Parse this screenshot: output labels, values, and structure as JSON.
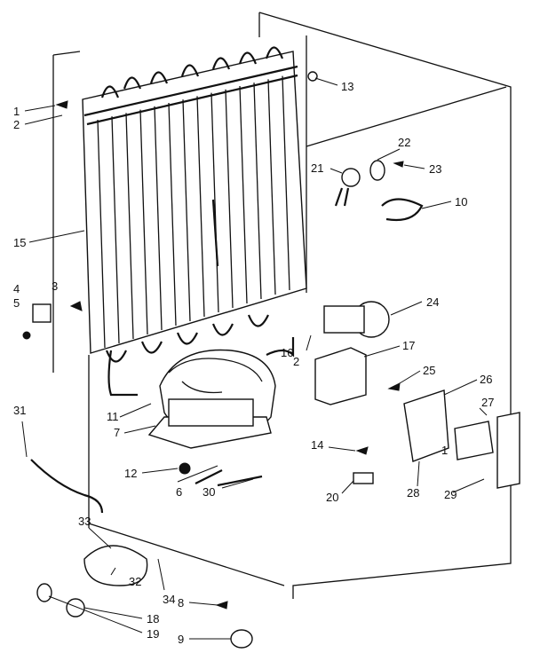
{
  "diagram": {
    "callouts": [
      {
        "id": "c1",
        "text": "1"
      },
      {
        "id": "c2a",
        "text": "2"
      },
      {
        "id": "c13",
        "text": "13"
      },
      {
        "id": "c22",
        "text": "22"
      },
      {
        "id": "c21",
        "text": "21"
      },
      {
        "id": "c23",
        "text": "23"
      },
      {
        "id": "c10",
        "text": "10"
      },
      {
        "id": "c15",
        "text": "15"
      },
      {
        "id": "c4",
        "text": "4"
      },
      {
        "id": "c3",
        "text": "3"
      },
      {
        "id": "c5",
        "text": "5"
      },
      {
        "id": "c24",
        "text": "24"
      },
      {
        "id": "c16",
        "text": "16"
      },
      {
        "id": "c2b",
        "text": "2"
      },
      {
        "id": "c17",
        "text": "17"
      },
      {
        "id": "c25",
        "text": "25"
      },
      {
        "id": "c26",
        "text": "26"
      },
      {
        "id": "c27",
        "text": "27"
      },
      {
        "id": "c31",
        "text": "31"
      },
      {
        "id": "c11",
        "text": "11"
      },
      {
        "id": "c7",
        "text": "7"
      },
      {
        "id": "c14",
        "text": "14"
      },
      {
        "id": "c1b",
        "text": "1"
      },
      {
        "id": "c12",
        "text": "12"
      },
      {
        "id": "c6",
        "text": "6"
      },
      {
        "id": "c30",
        "text": "30"
      },
      {
        "id": "c20",
        "text": "20"
      },
      {
        "id": "c28",
        "text": "28"
      },
      {
        "id": "c29",
        "text": "29"
      },
      {
        "id": "c33",
        "text": "33"
      },
      {
        "id": "c32",
        "text": "32"
      },
      {
        "id": "c34",
        "text": "34"
      },
      {
        "id": "c18",
        "text": "18"
      },
      {
        "id": "c19",
        "text": "19"
      },
      {
        "id": "c8",
        "text": "8"
      },
      {
        "id": "c9",
        "text": "9"
      }
    ]
  }
}
